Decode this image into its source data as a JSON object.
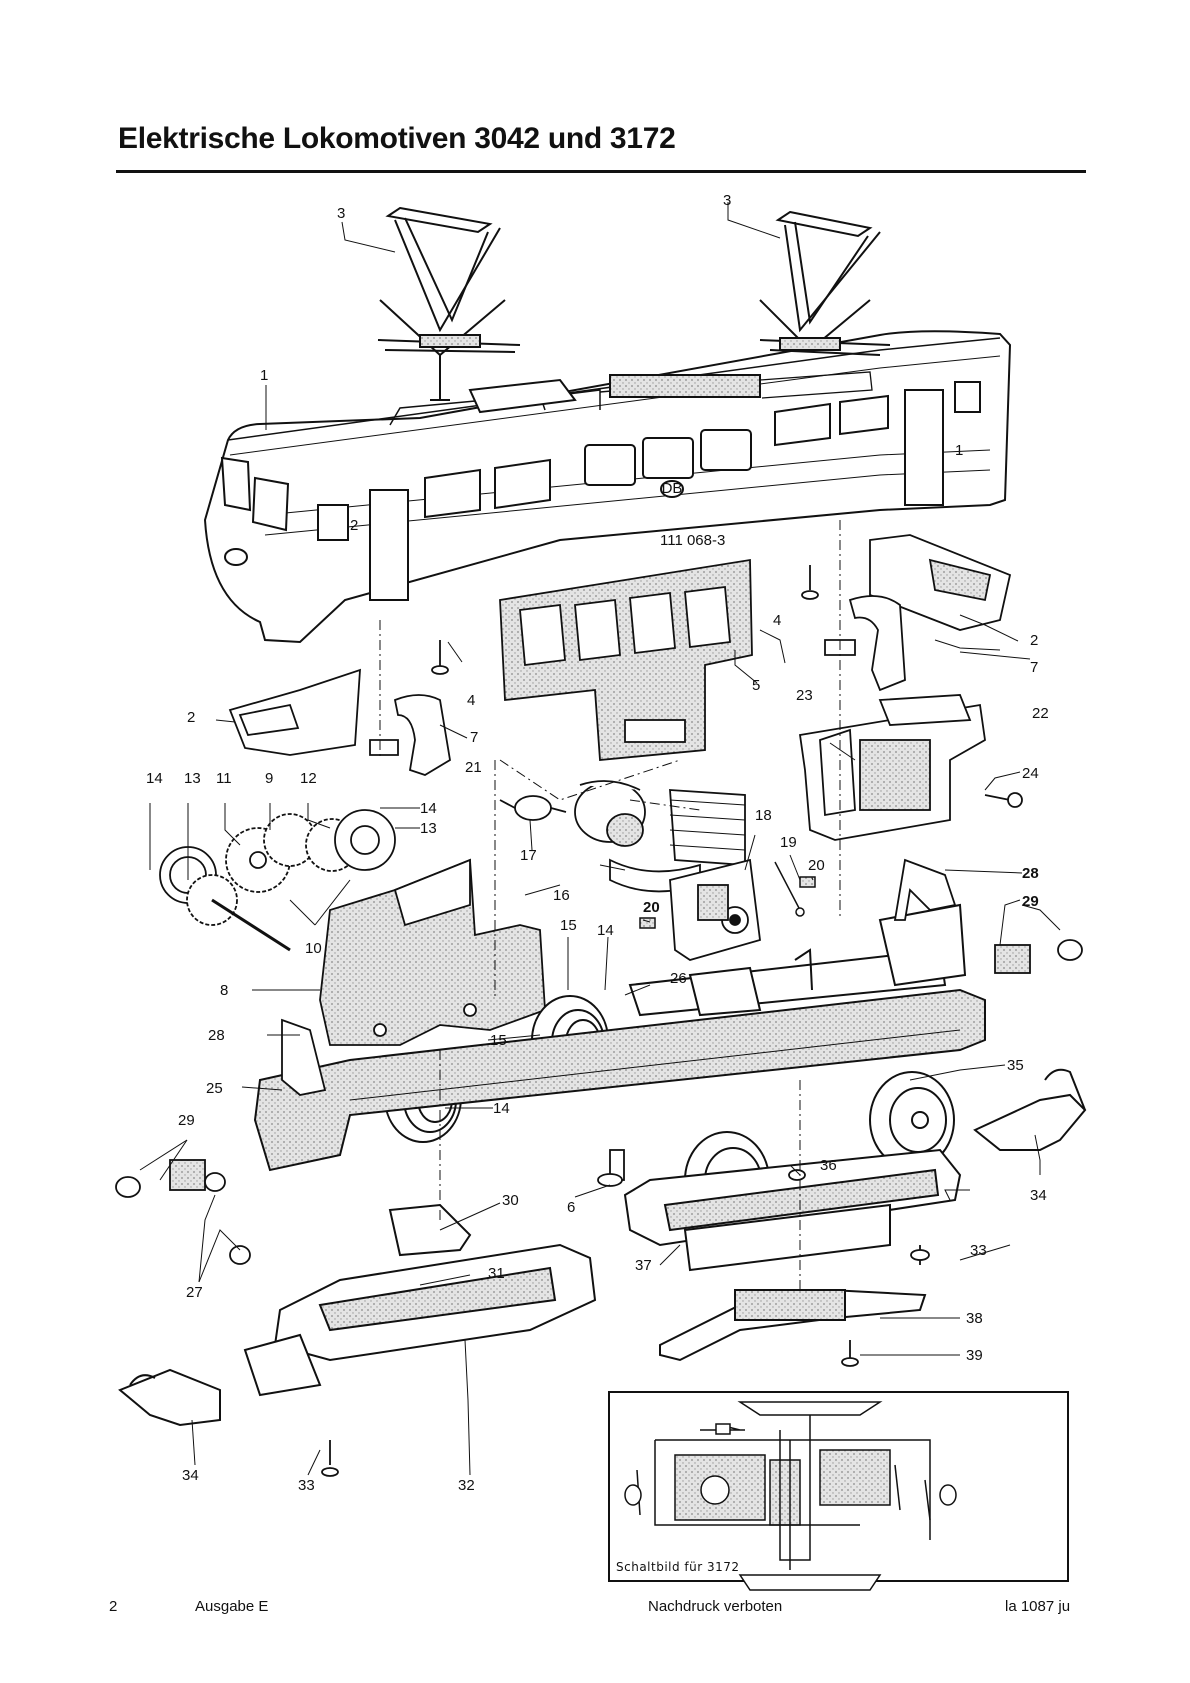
{
  "header": {
    "title": "Elektrische Lokomotiven 3042 und 3172"
  },
  "body_text": {
    "number": "111 068-3",
    "logo": "DB"
  },
  "part_labels": [
    "1",
    "2",
    "3",
    "4",
    "5",
    "6",
    "7",
    "8",
    "9",
    "10",
    "11",
    "12",
    "13",
    "14",
    "15",
    "16",
    "17",
    "18",
    "19",
    "20",
    "21",
    "22",
    "23",
    "24",
    "25",
    "26",
    "27",
    "28",
    "29",
    "30",
    "31",
    "32",
    "33",
    "34",
    "35",
    "36",
    "37",
    "38",
    "39"
  ],
  "inset": {
    "caption": "Schaltbild für 3172"
  },
  "footer": {
    "page_number": "2",
    "edition": "Ausgabe E",
    "notice": "Nachdruck verboten",
    "code": "la 1087 ju"
  }
}
